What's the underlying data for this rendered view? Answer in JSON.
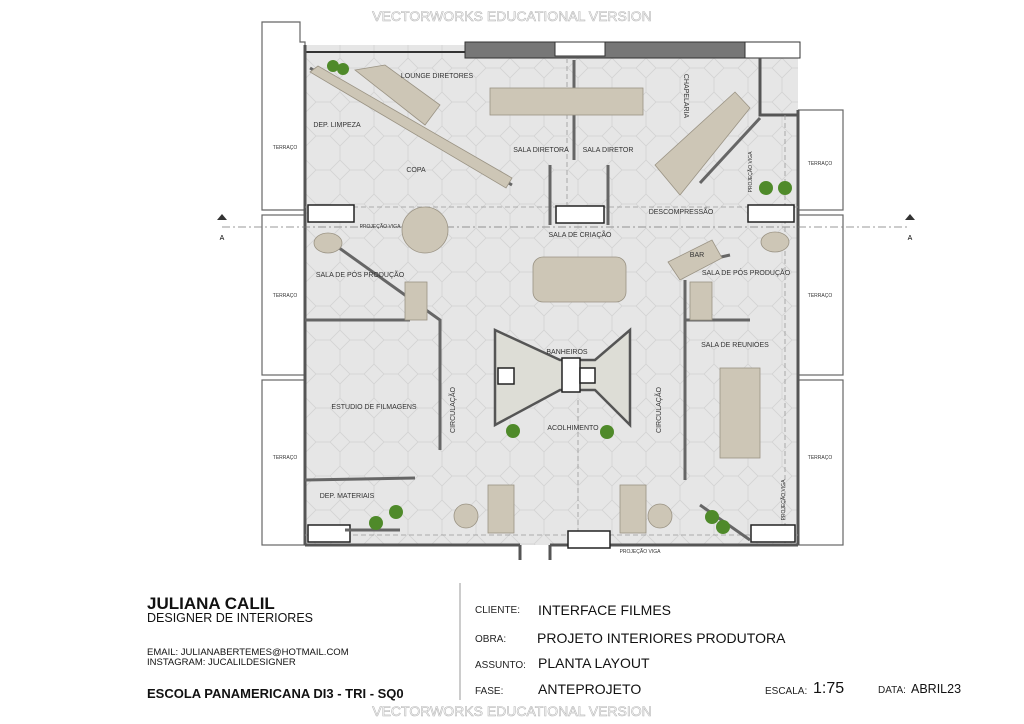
{
  "watermark": "VECTORWORKS EDUCATIONAL VERSION",
  "plan": {
    "section_marker": "A",
    "rooms": {
      "lounge_diretores": "LOUNGE DIRETORES",
      "dep_limpeza": "DEP. LIMPEZA",
      "copa": "COPA",
      "sala_diretora": "SALA DIRETORA",
      "sala_diretor": "SALA DIRETOR",
      "chapelaria": "CHAPELARIA",
      "descompressao": "DESCOMPRESSÃO",
      "sala_de_criacao": "SALA DE CRIAÇÃO",
      "bar": "BAR",
      "sala_pos_producao": "SALA DE PÓS PRODUÇÃO",
      "banheiros": "BANHEIROS",
      "sala_de_reunioes": "SALA DE REUNIOES",
      "estudio_de_filmagens": "ESTUDIO DE  FILMAGENS",
      "circulacao": "CIRCULAÇÃO",
      "acolhimento": "ACOLHIMENTO",
      "dep_materiais": "DEP. MATERIAIS",
      "terraco": "TERRAÇO",
      "projecao_viga": "PROJEÇÃO VIGA"
    }
  },
  "title_block": {
    "designer_name": "JULIANA CALIL",
    "designer_role": "DESIGNER DE INTERIORES",
    "email": "EMAIL: JULIANABERTEMES@HOTMAIL.COM",
    "instagram": "INSTAGRAM: JUCALILDESIGNER",
    "school": "ESCOLA PANAMERICANA DI3 - TRI - SQ0",
    "cliente_label": "CLIENTE:",
    "cliente": "INTERFACE FILMES",
    "obra_label": "OBRA:",
    "obra": "PROJETO INTERIORES PRODUTORA",
    "assunto_label": "ASSUNTO:",
    "assunto": "PLANTA LAYOUT",
    "fase_label": "FASE:",
    "fase": "ANTEPROJETO",
    "escala_label": "ESCALA:",
    "escala": "1:75",
    "data_label": "DATA:",
    "data": "ABRIL23"
  },
  "colors": {
    "floor": "#e6e6e6",
    "furniture": "#cdc6b6",
    "wall": "#555555",
    "plant": "#4f8a2a"
  }
}
